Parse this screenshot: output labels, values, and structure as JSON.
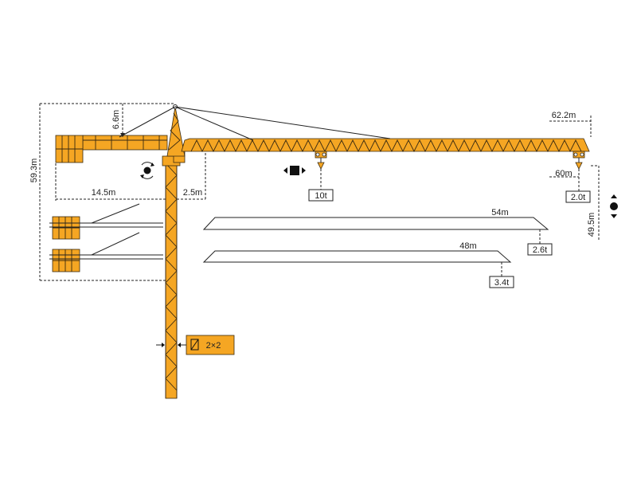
{
  "colors": {
    "steel": "#f5a623",
    "outline": "#3a2a10",
    "line": "#222222"
  },
  "dimensions": {
    "tower_height": "59.3m",
    "apex_height": "6.6m",
    "counter_jib": "14.5m",
    "jib_offset": "2.5m",
    "max_radius": "62.2m",
    "tip_radius": "60m",
    "hook_height": "49.5m"
  },
  "loads": {
    "max_load": "10t",
    "tip_load": "2.0t"
  },
  "alt_jibs": [
    {
      "length": "54m",
      "load": "2.6t"
    },
    {
      "length": "48m",
      "load": "3.4t"
    }
  ],
  "mast": {
    "section": "2×2"
  },
  "icons": [
    "slewing-icon",
    "trolley-travel-icon",
    "hoisting-icon",
    "mast-section-icon"
  ]
}
